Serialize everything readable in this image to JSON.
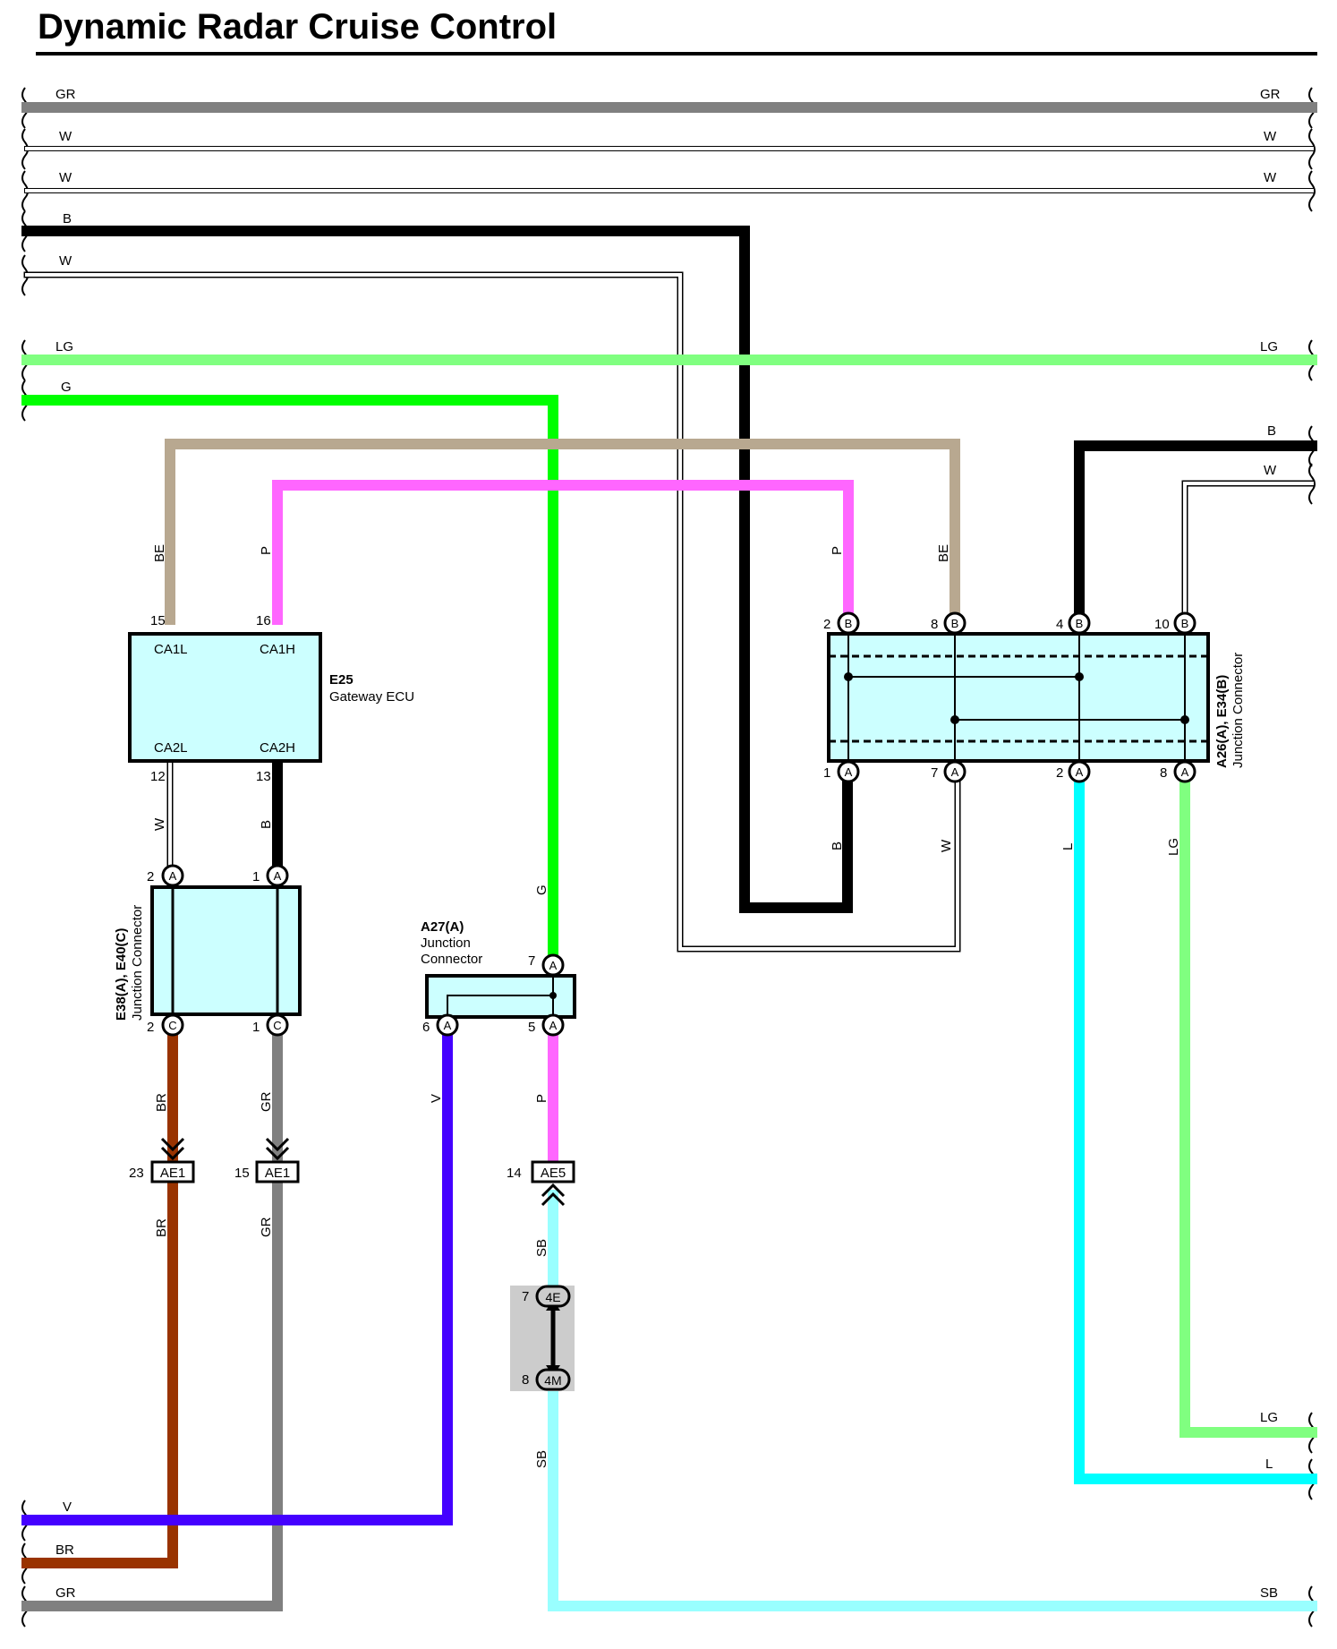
{
  "title": "Dynamic Radar Cruise Control",
  "wire_colors": {
    "GR": "#808080",
    "W": "#ffffff",
    "B": "#000000",
    "LG": "#80ff80",
    "G": "#00ff00",
    "BE": "#b8a890",
    "P": "#ff66ff",
    "L": "#00ffff",
    "BR": "#993300",
    "V": "#4400ff",
    "SB": "#99ffff"
  },
  "wires": {
    "gr_top": {
      "left": "GR",
      "right": "GR"
    },
    "w1": {
      "left": "W",
      "right": "W"
    },
    "w2": {
      "left": "W",
      "right": "W"
    },
    "b_left": "B",
    "w_left": "W",
    "lg_top": {
      "left": "LG",
      "right": "LG"
    },
    "g_left": "G",
    "b_right": "B",
    "w_right": "W",
    "lg_right": "LG",
    "l_right": "L",
    "v_left": "V",
    "br_left": "BR",
    "gr_left": "GR",
    "sb_right": "SB"
  },
  "vertical_labels": {
    "be_e25": "BE",
    "p_e25": "P",
    "p_a26": "P",
    "be_a26": "BE",
    "w_e25": "W",
    "b_e25": "B",
    "g_a27": "G",
    "b_a26": "B",
    "w_a26": "W",
    "l_a26": "L",
    "lg_a26": "LG",
    "br_upper": "BR",
    "gr_upper": "GR",
    "v_a27": "V",
    "p_a27": "P",
    "br_lower": "BR",
    "gr_lower": "GR",
    "sb_upper": "SB",
    "sb_lower": "SB"
  },
  "e25": {
    "id": "E25",
    "name": "Gateway ECU",
    "pins": [
      {
        "num": "15",
        "name": "CA1L"
      },
      {
        "num": "16",
        "name": "CA1H"
      },
      {
        "num": "12",
        "name": "CA2L"
      },
      {
        "num": "13",
        "name": "CA2H"
      }
    ]
  },
  "e38": {
    "id": "E38(A), E40(C)",
    "name": "Junction Connector",
    "pins": [
      {
        "num": "2",
        "letter": "A"
      },
      {
        "num": "1",
        "letter": "A"
      },
      {
        "num": "2",
        "letter": "C"
      },
      {
        "num": "1",
        "letter": "C"
      }
    ]
  },
  "a27": {
    "id": "A27(A)",
    "name_line1": "Junction",
    "name_line2": "Connector",
    "pins": [
      {
        "num": "7",
        "letter": "A"
      },
      {
        "num": "6",
        "letter": "A"
      },
      {
        "num": "5",
        "letter": "A"
      }
    ]
  },
  "a26": {
    "id": "A26(A), E34(B)",
    "name": "Junction Connector",
    "pins_top": [
      {
        "num": "2",
        "letter": "B"
      },
      {
        "num": "8",
        "letter": "B"
      },
      {
        "num": "4",
        "letter": "B"
      },
      {
        "num": "10",
        "letter": "B"
      }
    ],
    "pins_bottom": [
      {
        "num": "1",
        "letter": "A"
      },
      {
        "num": "7",
        "letter": "A"
      },
      {
        "num": "2",
        "letter": "A"
      },
      {
        "num": "8",
        "letter": "A"
      }
    ]
  },
  "inline_connectors": [
    {
      "pin": "23",
      "label": "AE1"
    },
    {
      "pin": "15",
      "label": "AE1"
    },
    {
      "pin": "14",
      "label": "AE5"
    }
  ],
  "splice": {
    "top_pin": "7",
    "top_label": "4E",
    "bottom_pin": "8",
    "bottom_label": "4M"
  }
}
